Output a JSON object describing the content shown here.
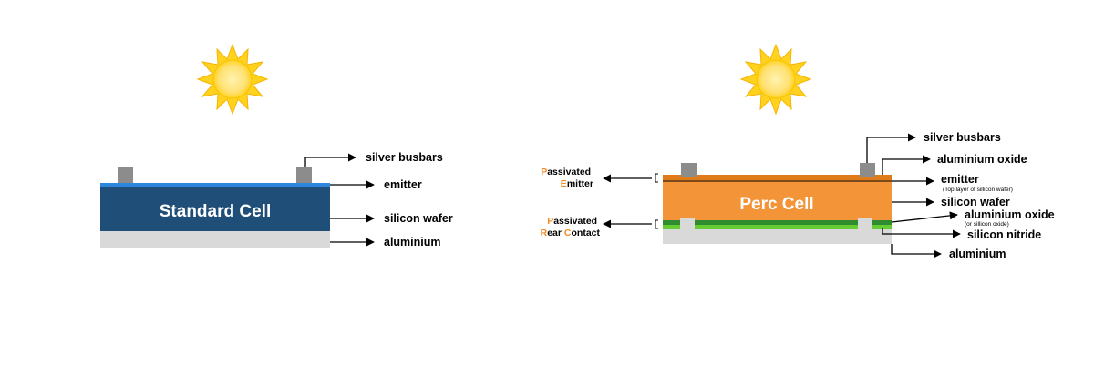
{
  "standard": {
    "title": "Standard Cell",
    "labels": {
      "silver_busbars": "silver busbars",
      "emitter": "emitter",
      "silicon_wafer": "silicon wafer",
      "aluminium": "aluminium"
    }
  },
  "perc": {
    "title": "Perc Cell",
    "labels": {
      "silver_busbars": "silver busbars",
      "aluminium_oxide": "aluminium oxide",
      "emitter": "emitter",
      "emitter_note": "(Top layer of sillicon wafer)",
      "silicon_wafer": "silicon wafer",
      "aluminium_oxide_2": "aluminium oxide",
      "aluminium_oxide_2_note": "(or sillicon oxide)",
      "silicon_nitride": "silicon nitride",
      "aluminium": "aluminium"
    },
    "passivated_emitter": {
      "p": "P",
      "assivated": "assivated",
      "e": "E",
      "mitter": "mitter"
    },
    "passivated_rear": {
      "p": "P",
      "assivated": "assivated",
      "r": "R",
      "ear": "ear ",
      "c": "C",
      "ontact": "ontact"
    }
  },
  "colors": {
    "standard_body": "#1f4e79",
    "standard_emitter": "#2e86de",
    "aluminium": "#d9d9d9",
    "busbar": "#8c8c8c",
    "perc_body": "#f39439",
    "perc_emitter_top": "#e07b1a",
    "perc_oxide": "#7a4a1a",
    "perc_green": "#2e8b2e",
    "perc_green_light": "#66cc33",
    "highlight": "#f28c28",
    "sun_outer": "#ffd21f",
    "sun_inner": "#ffe98a"
  },
  "icons": [
    "sun-icon",
    "arrow-right-icon",
    "arrow-left-icon"
  ]
}
